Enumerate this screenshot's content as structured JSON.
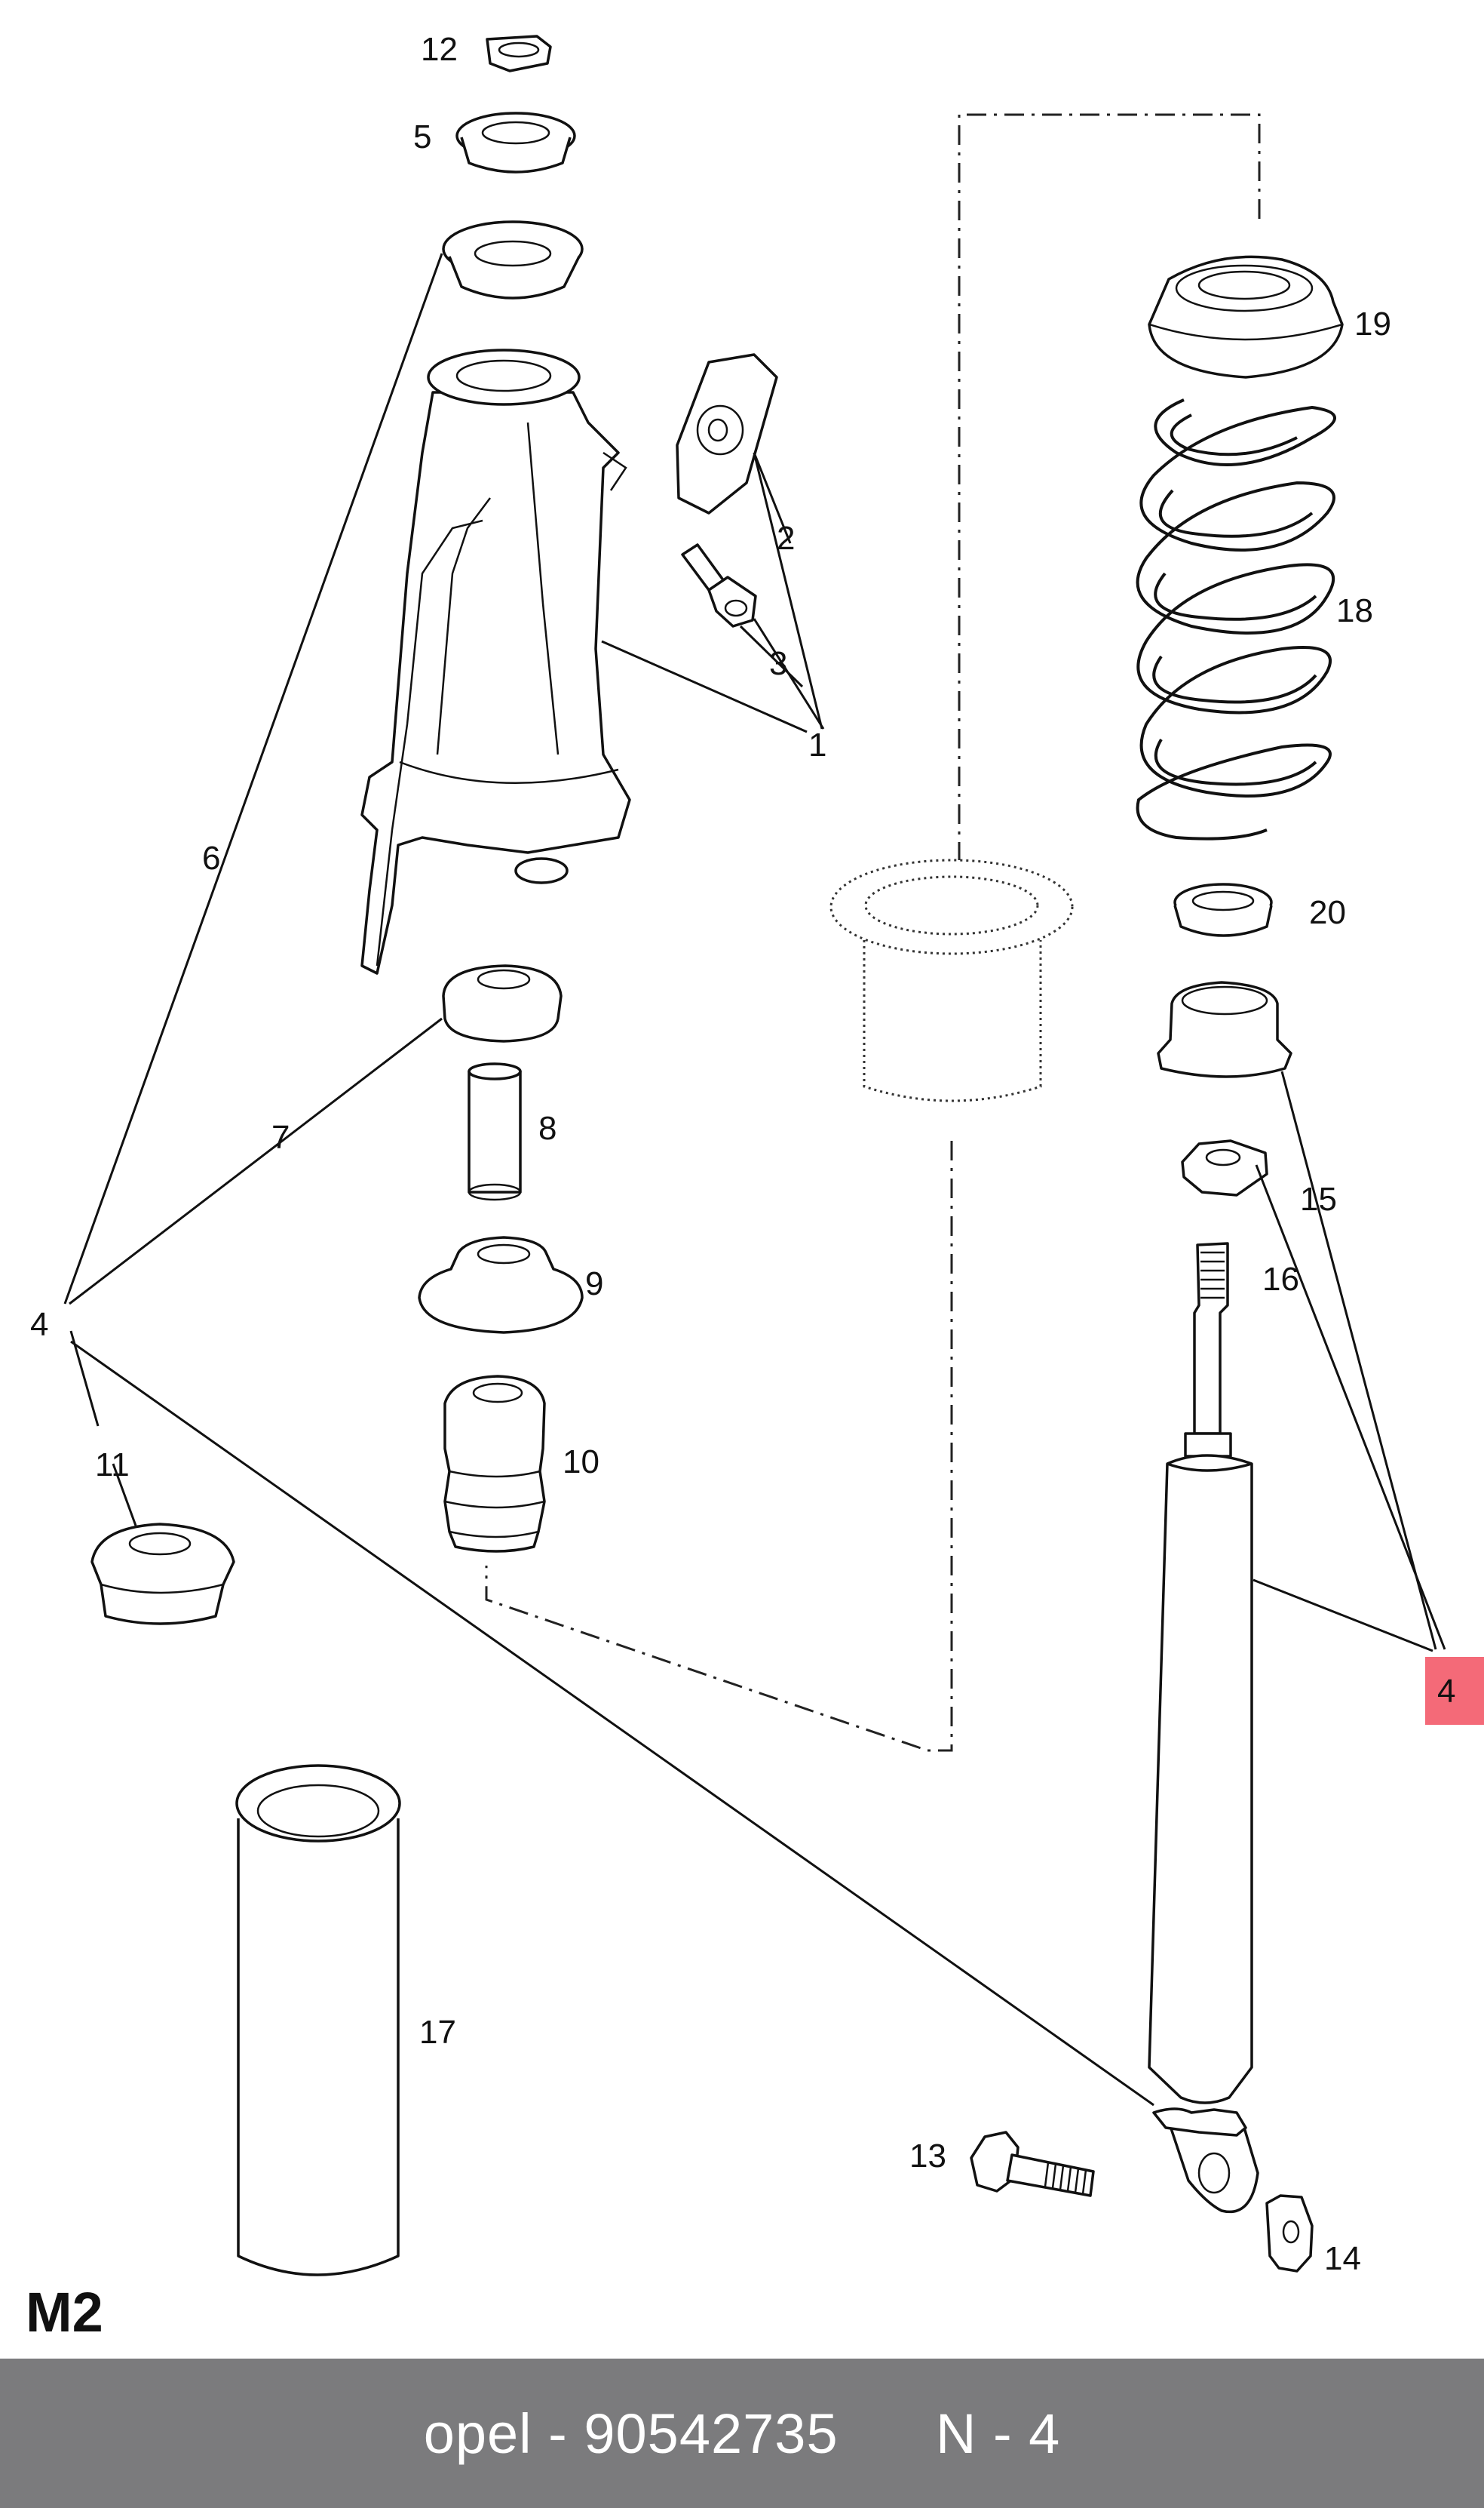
{
  "diagram": {
    "group_label": "M2",
    "callouts": [
      "1",
      "2",
      "3",
      "4",
      "5",
      "6",
      "7",
      "8",
      "9",
      "10",
      "11",
      "12",
      "13",
      "14",
      "15",
      "16",
      "17",
      "18",
      "19",
      "20"
    ],
    "highlighted_callout": "4",
    "highlight_color": "#f46a78"
  },
  "footer": {
    "text": "opel - 90542735      N - 4",
    "background": "#7b7b7d"
  }
}
